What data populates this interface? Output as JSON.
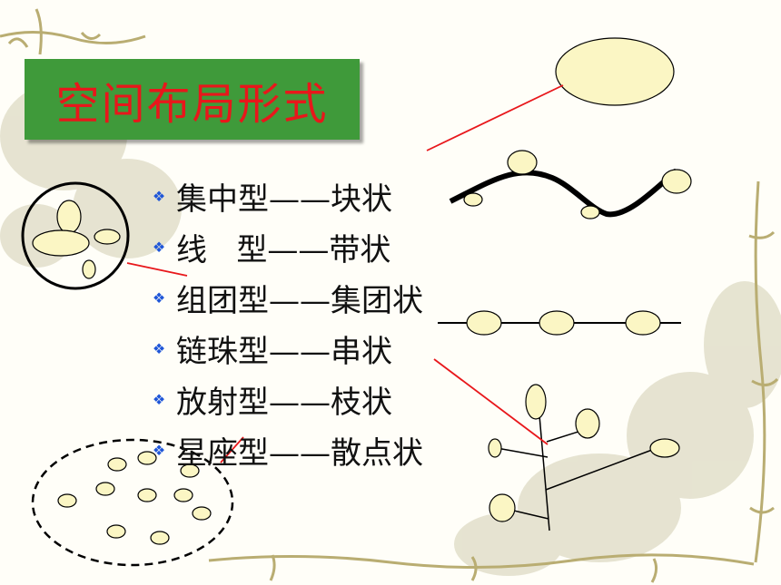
{
  "title": "空间布局形式",
  "items": [
    {
      "text": "集中型——块状"
    },
    {
      "text": "线   型——带状"
    },
    {
      "text": "组团型——集团状"
    },
    {
      "text": "链珠型——串状"
    },
    {
      "text": "放射型——枝状"
    },
    {
      "text": "星座型——散点状"
    }
  ],
  "colors": {
    "title_bg": "#3f9a3a",
    "title_text": "#e8171b",
    "bullet": "#1f56d8",
    "shape_fill": "#fbf6c4",
    "connector": "#e8171b"
  },
  "icons": [
    "diamond-bullet-icon"
  ]
}
